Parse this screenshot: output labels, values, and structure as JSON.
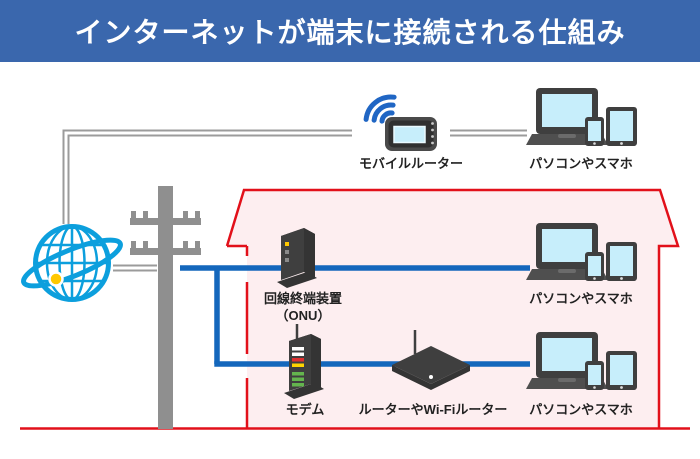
{
  "title": "インターネットが端末に接続される仕組み",
  "nodes": {
    "mobile_router": "モバイルルーター",
    "devices_top": "パソコンやスマホ",
    "onu_line1": "回線終端装置",
    "onu_line2": "（ONU）",
    "devices_mid": "パソコンやスマホ",
    "modem": "モデム",
    "wifi_router": "ルーターやWi-Fiルーター",
    "devices_bottom": "パソコンやスマホ"
  },
  "icons": {
    "internet": "globe-with-orbit-icon",
    "pole": "utility-pole-icon",
    "wifi": "wifi-signal-icon",
    "mobile_router": "mobile-router-icon",
    "onu": "onu-tower-icon",
    "modem": "modem-tower-icon",
    "wifi_router": "wifi-router-box-icon",
    "devices": "laptop-phone-tablet-icon",
    "house": "house-outline-shape"
  },
  "colors": {
    "title-bar": "#3a67ad",
    "title-text": "#ffffff",
    "house-fill": "#fdeef0",
    "house-line": "#e2101a",
    "net-line": "#1467bc",
    "gray-line": "#9b9b9b",
    "pole-gray": "#8f8f8f",
    "device-dark": "#3f3f3f",
    "device-mid": "#4f4f4f",
    "screen-blue": "#c7eefb",
    "globe-blue": "#0c9fdd",
    "wifi-blue": "#2066c4",
    "label-text": "#222222",
    "led-yellow": "#ffc800",
    "stripe-red": "#e03030",
    "stripe-yellow": "#ffd400",
    "stripe-green": "#64b54e"
  }
}
